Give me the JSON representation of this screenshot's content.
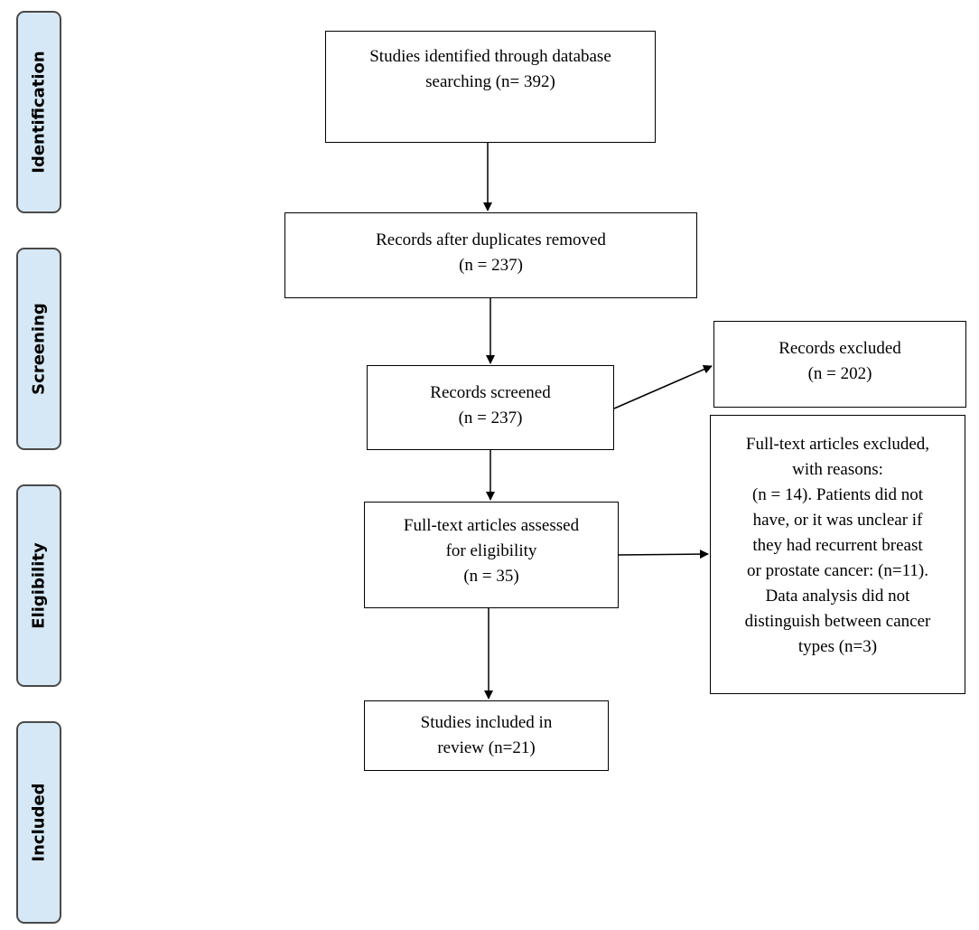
{
  "phases": {
    "identification": "Identification",
    "screening": "Screening",
    "eligibility": "Eligibility",
    "included": "Included"
  },
  "boxes": {
    "identified": {
      "line1": "Studies identified through database",
      "line2": "searching (n= 392)"
    },
    "duplicates_removed": {
      "line1": "Records after duplicates removed",
      "line2": "(n = 237)"
    },
    "screened": {
      "line1": "Records screened",
      "line2": "(n = 237)"
    },
    "excluded": {
      "line1": "Records excluded",
      "line2": "(n = 202)"
    },
    "fulltext_assessed": {
      "line1": "Full-text articles assessed",
      "line2": "for eligibility",
      "line3": "(n = 35)"
    },
    "fulltext_excluded": {
      "line1": "Full-text articles excluded,",
      "line2": "with reasons:",
      "line3": "(n = 14). Patients did not",
      "line4": "have, or it was unclear if",
      "line5": "they had recurrent breast",
      "line6": "or prostate cancer: (n=11).",
      "line7": "Data analysis did not",
      "line8": "distinguish between cancer",
      "line9": "types (n=3)"
    },
    "included": {
      "line1": "Studies included in",
      "line2": "review (n=21)"
    }
  }
}
